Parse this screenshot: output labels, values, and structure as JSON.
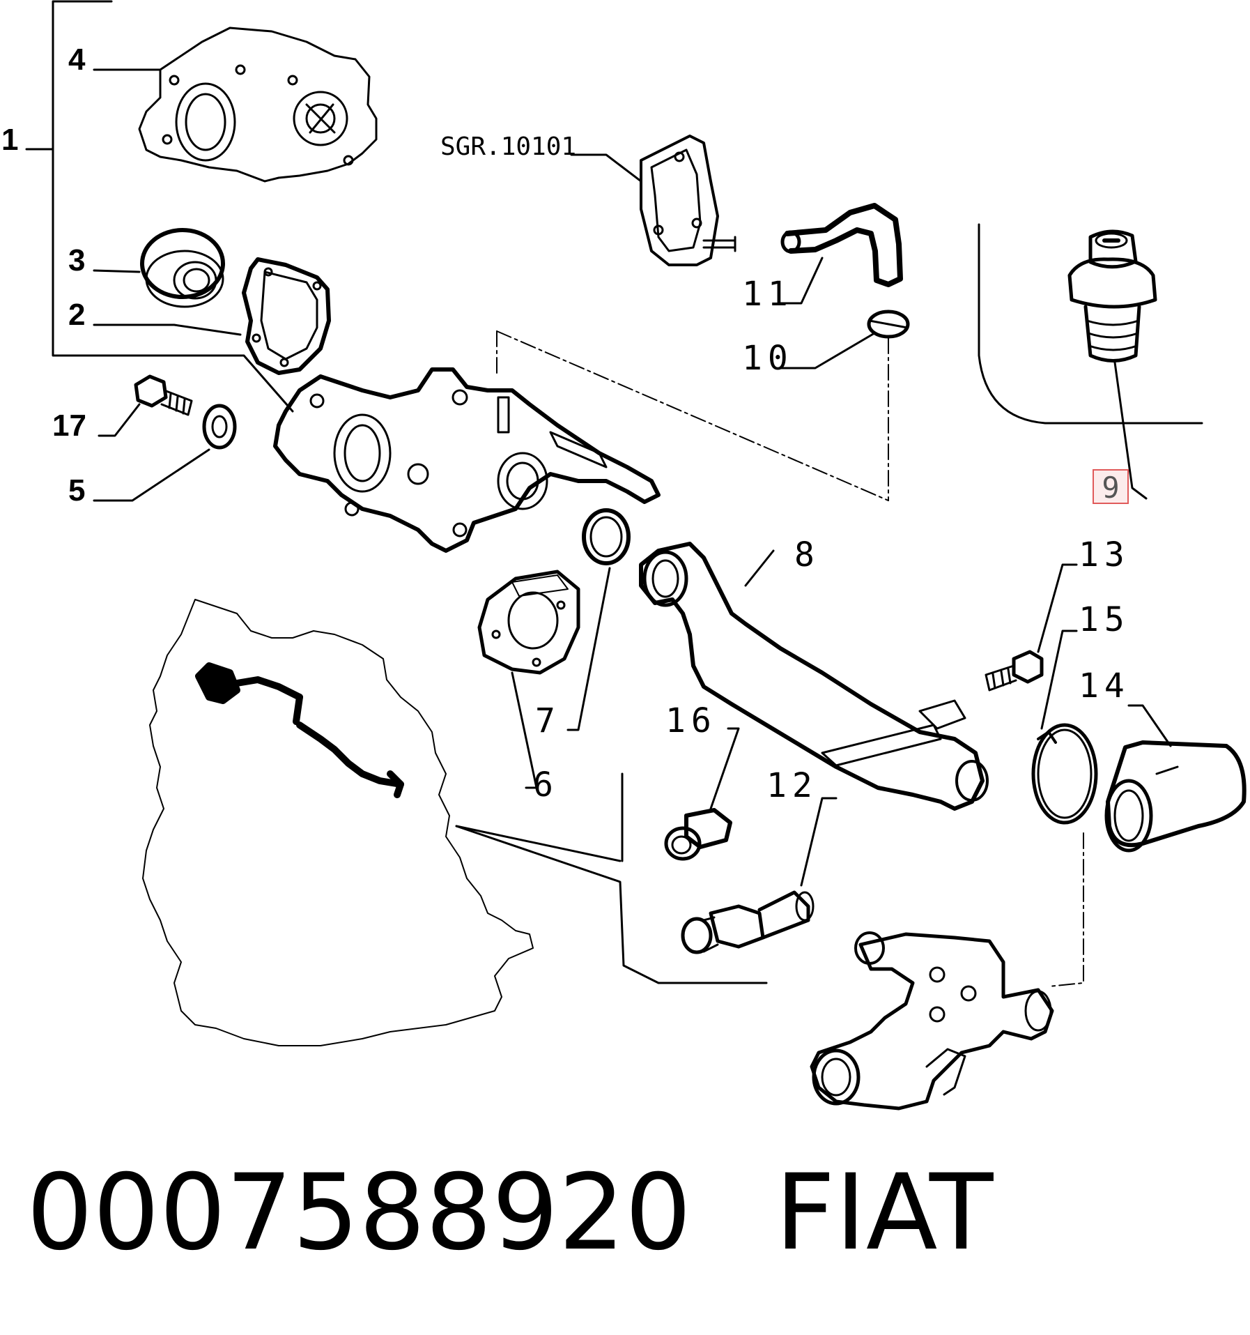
{
  "diagram": {
    "labels": {
      "l1": "1",
      "l2": "2",
      "l3": "3",
      "l4": "4",
      "l5": "5",
      "l6": "6",
      "l7": "7",
      "l8": "8",
      "l9": "9",
      "l10": "10",
      "l11": "11",
      "l12": "12",
      "l13": "13",
      "l14": "14",
      "l15": "15",
      "l16": "16",
      "l17": "17",
      "sgr": "SGR.10101"
    },
    "highlighted_part": "9",
    "highlight_color": "#e05a5a"
  },
  "footer": {
    "part_number": "0007588920",
    "brand": "FIAT"
  }
}
